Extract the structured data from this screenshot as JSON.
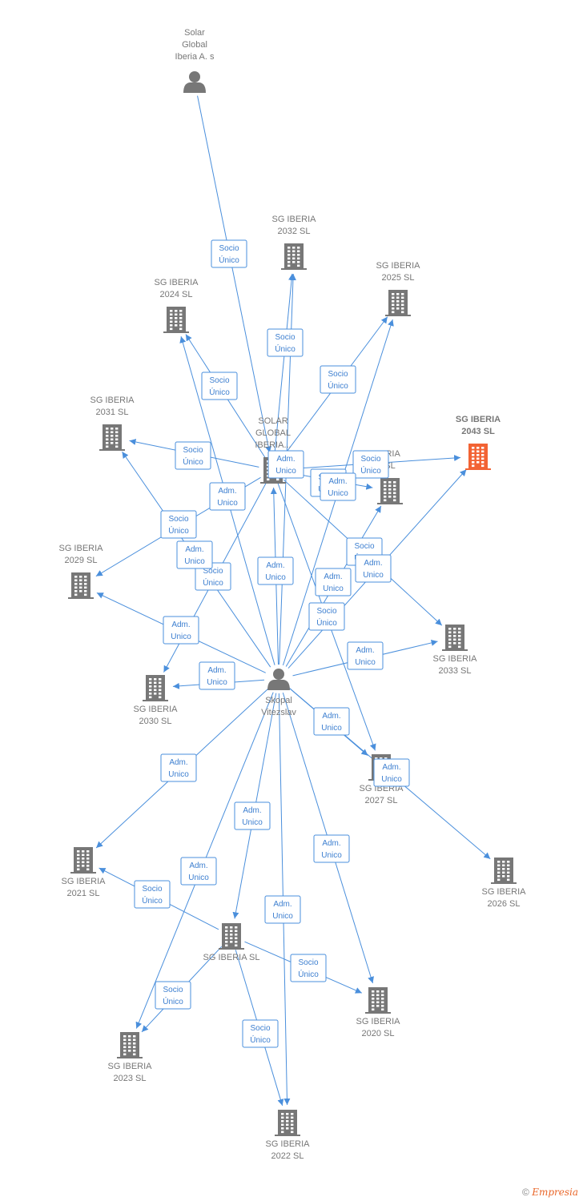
{
  "colors": {
    "edge": "#4a8fdc",
    "node": "#777777",
    "highlight": "#f26334",
    "label": "#777777"
  },
  "nodes": [
    {
      "id": "solar_person",
      "kind": "person",
      "label": [
        "Solar",
        "Global",
        "Iberia A. s"
      ]
    },
    {
      "id": "solar_global",
      "kind": "building",
      "label": [
        "SOLAR",
        "GLOBAL",
        "IBERIA..."
      ]
    },
    {
      "id": "skopal",
      "kind": "person",
      "label": [
        "Skopal",
        "Vitezslav"
      ]
    },
    {
      "id": "sg2032",
      "kind": "building",
      "label": [
        "SG IBERIA",
        "2032  SL"
      ]
    },
    {
      "id": "sg2025",
      "kind": "building",
      "label": [
        "SG IBERIA",
        "2025  SL"
      ]
    },
    {
      "id": "sg2024",
      "kind": "building",
      "label": [
        "SG IBERIA",
        "2024  SL"
      ]
    },
    {
      "id": "sg2031",
      "kind": "building",
      "label": [
        "SG IBERIA",
        "2031  SL"
      ]
    },
    {
      "id": "sg2043",
      "kind": "building",
      "label": [
        "SG IBERIA",
        "2043  SL"
      ],
      "highlight": true
    },
    {
      "id": "sghidden",
      "kind": "building",
      "label": [
        "ERIA",
        "SL"
      ]
    },
    {
      "id": "sg2029",
      "kind": "building",
      "label": [
        "SG IBERIA",
        "2029  SL"
      ]
    },
    {
      "id": "sg2033",
      "kind": "building",
      "label": [
        "SG IBERIA",
        "2033  SL"
      ]
    },
    {
      "id": "sg2030",
      "kind": "building",
      "label": [
        "SG IBERIA",
        "2030  SL"
      ]
    },
    {
      "id": "sg2027",
      "kind": "building",
      "label": [
        "SG IBERIA",
        "2027  SL"
      ]
    },
    {
      "id": "sg2026",
      "kind": "building",
      "label": [
        "SG IBERIA",
        "2026  SL"
      ]
    },
    {
      "id": "sg2021",
      "kind": "building",
      "label": [
        "SG IBERIA",
        "2021  SL"
      ]
    },
    {
      "id": "sgsl",
      "kind": "building",
      "label": [
        "SG IBERIA  SL"
      ]
    },
    {
      "id": "sg2020",
      "kind": "building",
      "label": [
        "SG IBERIA",
        "2020  SL"
      ]
    },
    {
      "id": "sg2023",
      "kind": "building",
      "label": [
        "SG IBERIA",
        "2023  SL"
      ]
    },
    {
      "id": "sg2022",
      "kind": "building",
      "label": [
        "SG IBERIA",
        "2022  SL"
      ]
    }
  ],
  "edges": [
    {
      "from": "solar_person",
      "to": "solar_global",
      "label": [
        "Socio",
        "Único"
      ]
    },
    {
      "from": "solar_global",
      "to": "sg2032",
      "label": [
        "Socio",
        "Único"
      ]
    },
    {
      "from": "solar_global",
      "to": "sg2025",
      "label": [
        "Socio",
        "Único"
      ]
    },
    {
      "from": "solar_global",
      "to": "sg2024",
      "label": [
        "Socio",
        "Único"
      ]
    },
    {
      "from": "solar_global",
      "to": "sg2031",
      "label": [
        "Socio",
        "Único"
      ]
    },
    {
      "from": "solar_global",
      "to": "sg2043",
      "label": [
        "Socio",
        "Único"
      ]
    },
    {
      "from": "solar_global",
      "to": "sghidden",
      "label": [
        "Socio",
        "Único"
      ]
    },
    {
      "from": "solar_global",
      "to": "sg2029",
      "label": [
        "Socio",
        "Único"
      ]
    },
    {
      "from": "solar_global",
      "to": "sg2033",
      "label": [
        "Socio",
        "Único"
      ]
    },
    {
      "from": "solar_global",
      "to": "sg2030",
      "label": [
        "Socio",
        "Único"
      ]
    },
    {
      "from": "solar_global",
      "to": "sg2027",
      "label": [
        "Socio",
        "Único"
      ]
    },
    {
      "from": "skopal",
      "to": "solar_global",
      "label": [
        "Adm.",
        "Unico"
      ]
    },
    {
      "from": "skopal",
      "to": "sg2032",
      "label": [
        "Adm.",
        "Unico"
      ]
    },
    {
      "from": "skopal",
      "to": "sg2025",
      "label": [
        "Adm.",
        "Unico"
      ]
    },
    {
      "from": "skopal",
      "to": "sg2024",
      "label": [
        "Adm.",
        "Unico"
      ]
    },
    {
      "from": "skopal",
      "to": "sg2031",
      "label": [
        "Adm.",
        "Unico"
      ]
    },
    {
      "from": "skopal",
      "to": "sg2043",
      "label": [
        "Adm.",
        "Unico"
      ]
    },
    {
      "from": "skopal",
      "to": "sghidden",
      "label": [
        "Adm.",
        "Unico"
      ]
    },
    {
      "from": "skopal",
      "to": "sg2029",
      "label": [
        "Adm.",
        "Unico"
      ]
    },
    {
      "from": "skopal",
      "to": "sg2033",
      "label": [
        "Adm.",
        "Unico"
      ]
    },
    {
      "from": "skopal",
      "to": "sg2030",
      "label": [
        "Adm.",
        "Unico"
      ]
    },
    {
      "from": "skopal",
      "to": "sg2027",
      "label": [
        "Adm.",
        "Unico"
      ]
    },
    {
      "from": "skopal",
      "to": "sg2026",
      "label": [
        "Adm.",
        "Unico"
      ]
    },
    {
      "from": "skopal",
      "to": "sg2021",
      "label": [
        "Adm.",
        "Unico"
      ]
    },
    {
      "from": "skopal",
      "to": "sgsl",
      "label": [
        "Adm.",
        "Unico"
      ]
    },
    {
      "from": "skopal",
      "to": "sg2020",
      "label": [
        "Adm.",
        "Unico"
      ]
    },
    {
      "from": "skopal",
      "to": "sg2023",
      "label": [
        "Adm.",
        "Unico"
      ]
    },
    {
      "from": "skopal",
      "to": "sg2022",
      "label": [
        "Adm.",
        "Unico"
      ]
    },
    {
      "from": "sgsl",
      "to": "sg2021",
      "label": [
        "Socio",
        "Único"
      ]
    },
    {
      "from": "sgsl",
      "to": "sg2020",
      "label": [
        "Socio",
        "Único"
      ]
    },
    {
      "from": "sgsl",
      "to": "sg2023",
      "label": [
        "Socio",
        "Único"
      ]
    },
    {
      "from": "sgsl",
      "to": "sg2022",
      "label": [
        "Socio",
        "Único"
      ]
    }
  ],
  "footer": {
    "copyright": "©",
    "brand": "Empresia"
  }
}
